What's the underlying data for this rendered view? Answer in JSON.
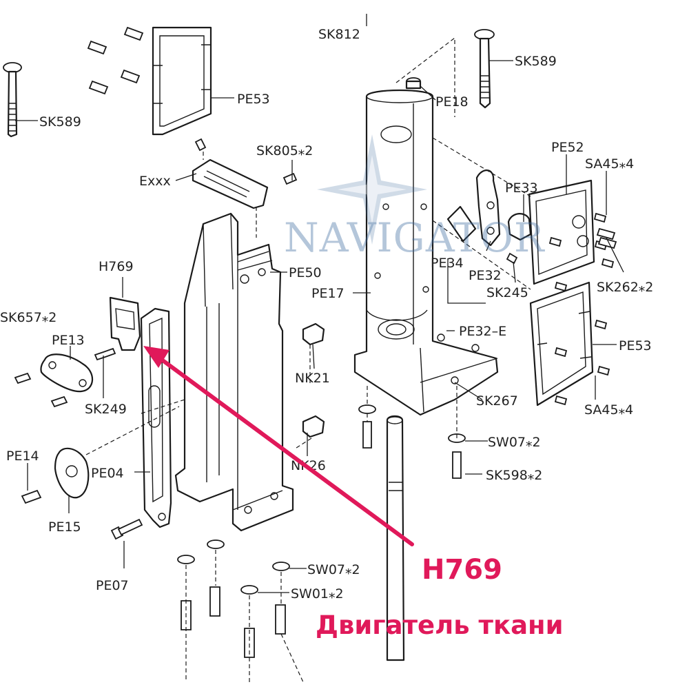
{
  "labels": {
    "sk812": "SK812",
    "sk589_top": "SK589",
    "pe53_top": "PE53",
    "sk589_left": "SK589",
    "pe18": "PE18",
    "sk805": "SK805⁎2",
    "exxx": "Exxx",
    "pe52": "PE52",
    "sa45_top": "SA45⁎4",
    "pe33": "PE33",
    "h769": "H769",
    "pe50": "PE50",
    "pe34": "PE34",
    "pe32": "PE32",
    "sk262": "SK262⁎2",
    "pe17": "PE17",
    "sk245": "SK245",
    "sk657": "SK657⁎2",
    "pe13": "PE13",
    "pe32e": "PE32–E",
    "pe53_right": "PE53",
    "sk249": "SK249",
    "nk21": "NK21",
    "sk267": "SK267",
    "sa45_bottom": "SA45⁎4",
    "sw07_right": "SW07⁎2",
    "pe14": "PE14",
    "pe04": "PE04",
    "nk26": "NK26",
    "sk598": "SK598⁎2",
    "pe15": "PE15",
    "pe07": "PE07",
    "sw07_bottom": "SW07⁎2",
    "sw01": "SW01⁎2"
  },
  "watermark": {
    "text": "NAVIGATOR",
    "color": "#3d6b9e"
  },
  "callout": {
    "code": "H769",
    "description": "Двигатель ткани",
    "color": "#e0195a"
  }
}
